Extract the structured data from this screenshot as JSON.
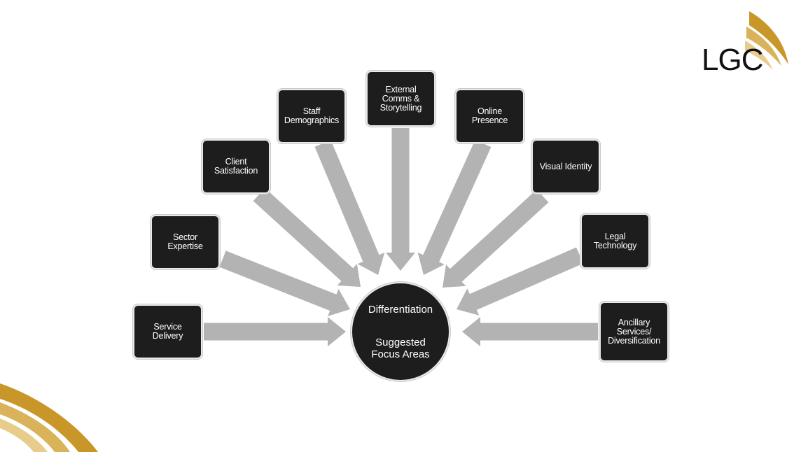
{
  "logo": {
    "text": "LGC"
  },
  "colors": {
    "box_fill": "#1d1d1d",
    "arrow": "#b3b3b3",
    "gold": "#c9962a"
  },
  "diagram": {
    "hub": {
      "title": "Differentiation",
      "subtitle": "Suggested\nFocus Areas"
    },
    "nodes": [
      {
        "id": "service-delivery",
        "label": "Service\nDelivery"
      },
      {
        "id": "sector-expertise",
        "label": "Sector\nExpertise"
      },
      {
        "id": "client-satisfaction",
        "label": "Client\nSatisfaction"
      },
      {
        "id": "staff-demographics",
        "label": "Staff\nDemographics"
      },
      {
        "id": "external-comms",
        "label": "External\nComms &\nStorytelling"
      },
      {
        "id": "online-presence",
        "label": "Online\nPresence"
      },
      {
        "id": "visual-identity",
        "label": "Visual Identity"
      },
      {
        "id": "legal-technology",
        "label": "Legal\nTechnology"
      },
      {
        "id": "ancillary-services",
        "label": "Ancillary\nServices/\nDiversification"
      }
    ]
  }
}
